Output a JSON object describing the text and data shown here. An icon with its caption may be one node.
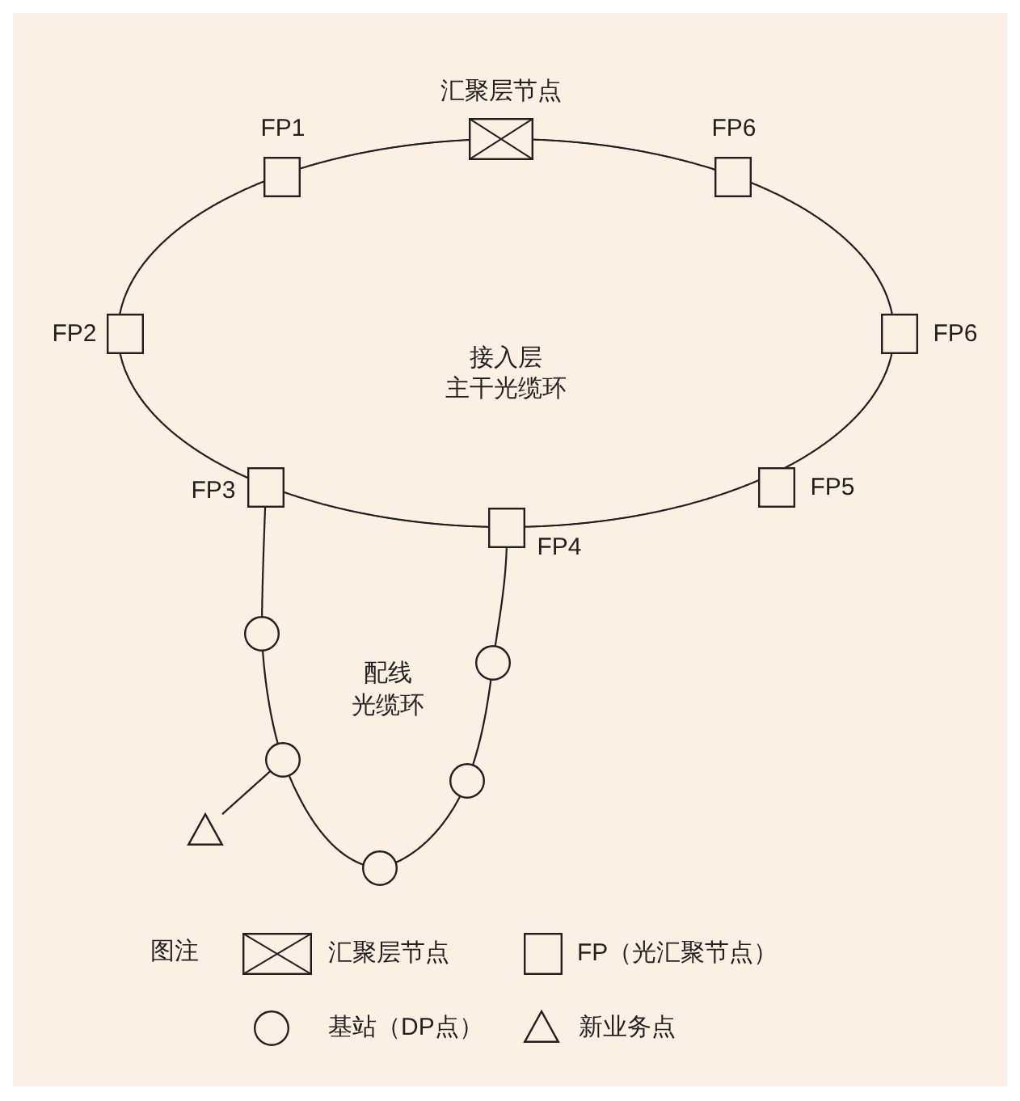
{
  "diagram": {
    "nodes": [
      {
        "text": [],
        "shape": "box",
        "beside": [
          "汇聚层节点"
        ]
      },
      {
        "text": [],
        "shape": "box",
        "beside": [
          "FP1"
        ]
      },
      {
        "text": [],
        "shape": "box",
        "beside": [
          "FP6"
        ]
      },
      {
        "text": [],
        "shape": "box",
        "beside": [
          "FP2"
        ]
      },
      {
        "text": [],
        "shape": "box",
        "beside": [
          "FP6"
        ]
      },
      {
        "text": [],
        "shape": "box",
        "beside": [
          "FP3"
        ]
      },
      {
        "text": [],
        "shape": "box",
        "beside": [
          "FP5"
        ]
      },
      {
        "text": [],
        "shape": "box",
        "beside": [
          "FP4"
        ]
      },
      {
        "text": [],
        "shape": "circle"
      },
      {
        "text": [],
        "shape": "circle"
      },
      {
        "text": [],
        "shape": "circle"
      },
      {
        "text": [],
        "shape": "circle"
      },
      {
        "text": [],
        "shape": "triangle"
      },
      {
        "text": [],
        "shape": "circle"
      }
    ],
    "edges": [
      {
        "from": 0,
        "to": 2,
        "arrow": "none"
      },
      {
        "from": 2,
        "to": 4,
        "arrow": "none"
      },
      {
        "from": 4,
        "to": 6,
        "arrow": "none"
      },
      {
        "from": 6,
        "to": 7,
        "arrow": "none"
      },
      {
        "from": 7,
        "to": 5,
        "arrow": "none"
      },
      {
        "from": 5,
        "to": 3,
        "arrow": "none"
      },
      {
        "from": 3,
        "to": 1,
        "arrow": "none"
      },
      {
        "from": 1,
        "to": 0,
        "arrow": "none"
      },
      {
        "from": 5,
        "to": 8,
        "arrow": "none"
      },
      {
        "from": 8,
        "to": 10,
        "arrow": "none"
      },
      {
        "from": 10,
        "to": 13,
        "arrow": "none"
      },
      {
        "from": 13,
        "to": 11,
        "arrow": "none"
      },
      {
        "from": 11,
        "to": 9,
        "arrow": "none"
      },
      {
        "from": 9,
        "to": 7,
        "arrow": "none"
      },
      {
        "from": 10,
        "to": 12,
        "arrow": "none"
      }
    ],
    "labels": [
      "接入层",
      "主干光缆环",
      "配线",
      "光缆环",
      "图注"
    ],
    "legend": [
      {
        "text": "汇聚层节点"
      },
      {
        "text": "FP（光汇聚节点）"
      },
      {
        "text": "基站（DP点）"
      },
      {
        "text": "新业务点"
      }
    ]
  }
}
